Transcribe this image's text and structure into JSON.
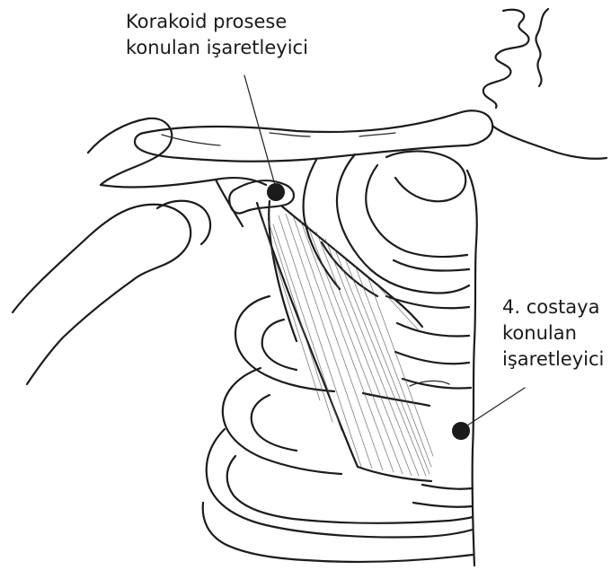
{
  "labels": {
    "coracoid_marker": {
      "line1": "Korakoid prosese",
      "line2": "konulan işaretleyici"
    },
    "rib_marker": {
      "line1": "4. costaya",
      "line2": "konulan",
      "line3": "işaretleyici"
    }
  },
  "colors": {
    "ink": "#1c1c1c",
    "marker": "#1a1a1a",
    "background": "#ffffff"
  }
}
